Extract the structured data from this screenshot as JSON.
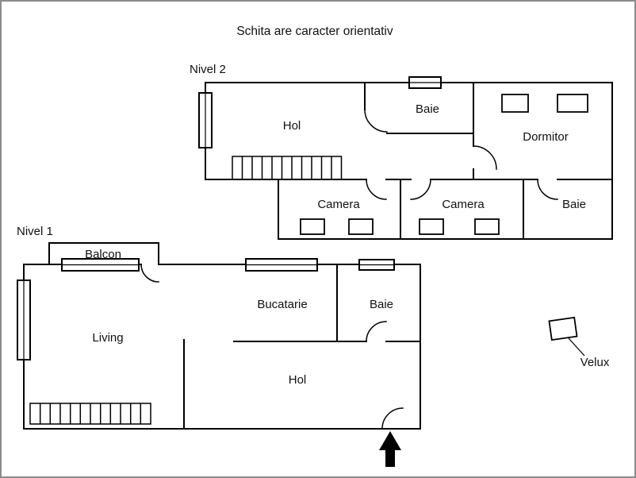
{
  "title": "Schita are caracter orientativ",
  "levels": {
    "level2": {
      "label": "Nivel 2",
      "rooms": {
        "hol": "Hol",
        "baie": "Baie",
        "dormitor": "Dormitor",
        "camera1": "Camera",
        "camera2": "Camera",
        "baie2": "Baie"
      }
    },
    "level1": {
      "label": "Nivel 1",
      "rooms": {
        "balcon": "Balcon",
        "living": "Living",
        "bucatarie": "Bucatarie",
        "baie": "Baie",
        "hol": "Hol"
      }
    }
  },
  "annotations": {
    "velux": "Velux"
  },
  "colors": {
    "wall": "#000000",
    "border": "#8c8c8c",
    "background": "#ffffff",
    "text": "#111111"
  }
}
